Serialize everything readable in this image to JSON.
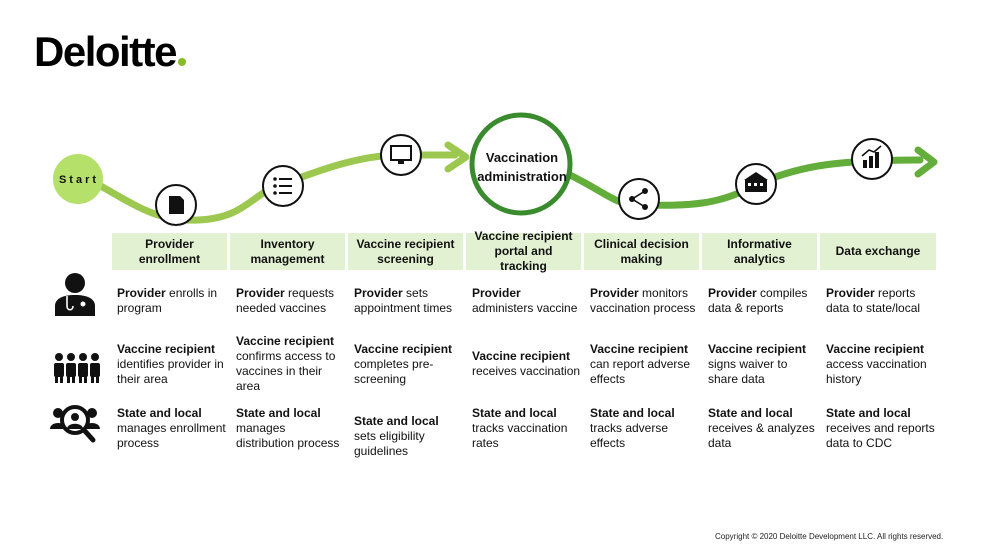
{
  "brand": {
    "name": "Deloitte",
    "accent": "#86bc25",
    "dark_green": "#3a8a2e"
  },
  "start_label": "Start",
  "hub_label": "Vaccination administration",
  "stages": [
    {
      "label": "Provider enrollment",
      "icon": "document-icon"
    },
    {
      "label": "Inventory management",
      "icon": "list-icon"
    },
    {
      "label": "Vaccine recipient screening",
      "icon": "monitor-icon"
    },
    {
      "label": "Vaccine recipient portal and tracking",
      "icon": ""
    },
    {
      "label": "Clinical decision making",
      "icon": "share-icon"
    },
    {
      "label": "Informative analytics",
      "icon": "building-icon"
    },
    {
      "label": "Data exchange",
      "icon": "chart-icon"
    }
  ],
  "rows": [
    {
      "icon": "doctor-icon",
      "cells": [
        {
          "bold": "Provider",
          "text": " enrolls in program"
        },
        {
          "bold": "Provider",
          "text": " requests needed vaccines"
        },
        {
          "bold": "Provider",
          "text": " sets appointment times"
        },
        {
          "bold": "Provider",
          "text": " administers vaccine"
        },
        {
          "bold": "Provider",
          "text": " monitors vaccination process"
        },
        {
          "bold": "Provider",
          "text": " compiles data & reports"
        },
        {
          "bold": "Provider",
          "text": " reports data to state/local"
        }
      ]
    },
    {
      "icon": "people-group-icon",
      "cells": [
        {
          "bold": "Vaccine recipient",
          "text": " identifies provider in their area"
        },
        {
          "bold": "Vaccine recipient",
          "text": " confirms access to vaccines in their area"
        },
        {
          "bold": "Vaccine recipient",
          "text": " completes pre-screening"
        },
        {
          "bold": "Vaccine recipient",
          "text": " receives vaccination"
        },
        {
          "bold": "Vaccine recipient",
          "text": " can report adverse effects"
        },
        {
          "bold": "Vaccine recipient",
          "text": " signs waiver to share data"
        },
        {
          "bold": "Vaccine recipient",
          "text": " access vaccination history"
        }
      ]
    },
    {
      "icon": "people-search-icon",
      "cells": [
        {
          "bold": "State and local",
          "text": " manages enrollment process"
        },
        {
          "bold": "State and local",
          "text": " manages distribution process"
        },
        {
          "bold": "State and local",
          "text": " sets eligibility guidelines"
        },
        {
          "bold": "State and local",
          "text": " tracks vaccination rates"
        },
        {
          "bold": "State and local",
          "text": " tracks adverse effects"
        },
        {
          "bold": "State and local",
          "text": " receives & analyzes data"
        },
        {
          "bold": "State and local",
          "text": " receives and reports data to CDC"
        }
      ]
    }
  ],
  "copyright": "Copyright © 2020 Deloitte Development LLC. All rights reserved."
}
